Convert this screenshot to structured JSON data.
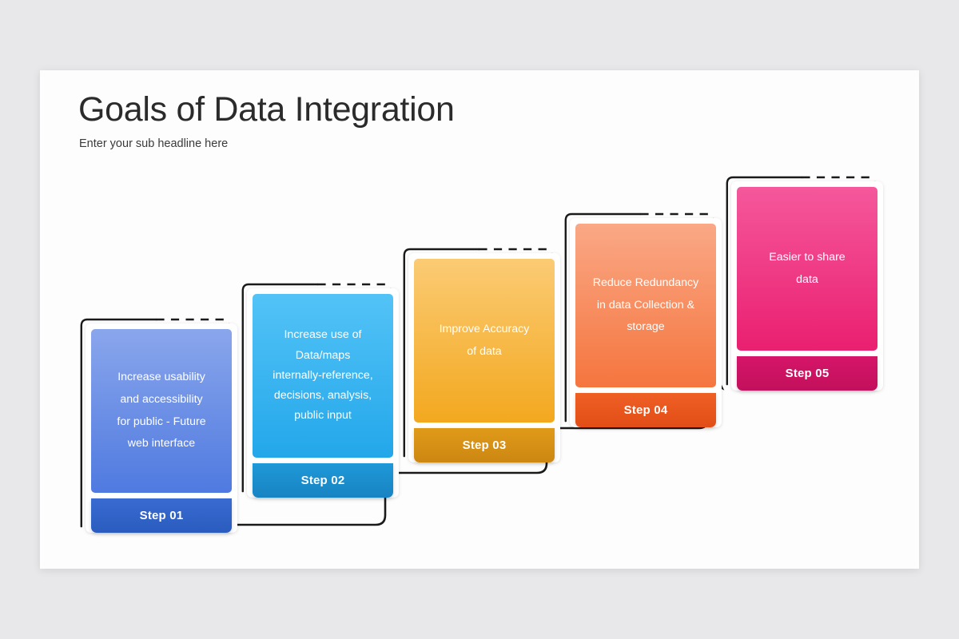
{
  "slide": {
    "title": "Goals of Data Integration",
    "subtitle": "Enter your sub headline here",
    "background_color": "#e8e8ea",
    "canvas_color": "#fdfdfd",
    "connector_color": "#1a1a1a"
  },
  "steps": [
    {
      "label": "Step 01",
      "text": "Increase usability\nand accessibility\nfor public - Future\nweb interface",
      "gradient_top": "#8aa6ec",
      "gradient_bottom": "#4f7ae0",
      "footer_color_top": "#3a6bd0",
      "footer_color_bottom": "#2a5cc0"
    },
    {
      "label": "Step 02",
      "text": "Increase use of\nData/maps\ninternally-reference,\ndecisions, analysis,\npublic input",
      "gradient_top": "#53c3f7",
      "gradient_bottom": "#23a7ea",
      "footer_color_top": "#1f99d8",
      "footer_color_bottom": "#1883c2"
    },
    {
      "label": "Step 03",
      "text": "Improve Accuracy\nof data",
      "gradient_top": "#fbcb74",
      "gradient_bottom": "#f3a81f",
      "footer_color_top": "#e09a19",
      "footer_color_bottom": "#cc8712"
    },
    {
      "label": "Step 04",
      "text": "Reduce Redundancy\nin data Collection &\nstorage",
      "gradient_top": "#faa886",
      "gradient_bottom": "#f5753e",
      "footer_color_top": "#ef6025",
      "footer_color_bottom": "#e24d16"
    },
    {
      "label": "Step 05",
      "text": "Easier to share\ndata",
      "gradient_top": "#f5589c",
      "gradient_bottom": "#ea1f70",
      "footer_color_top": "#d61569",
      "footer_color_bottom": "#c2105c"
    }
  ]
}
